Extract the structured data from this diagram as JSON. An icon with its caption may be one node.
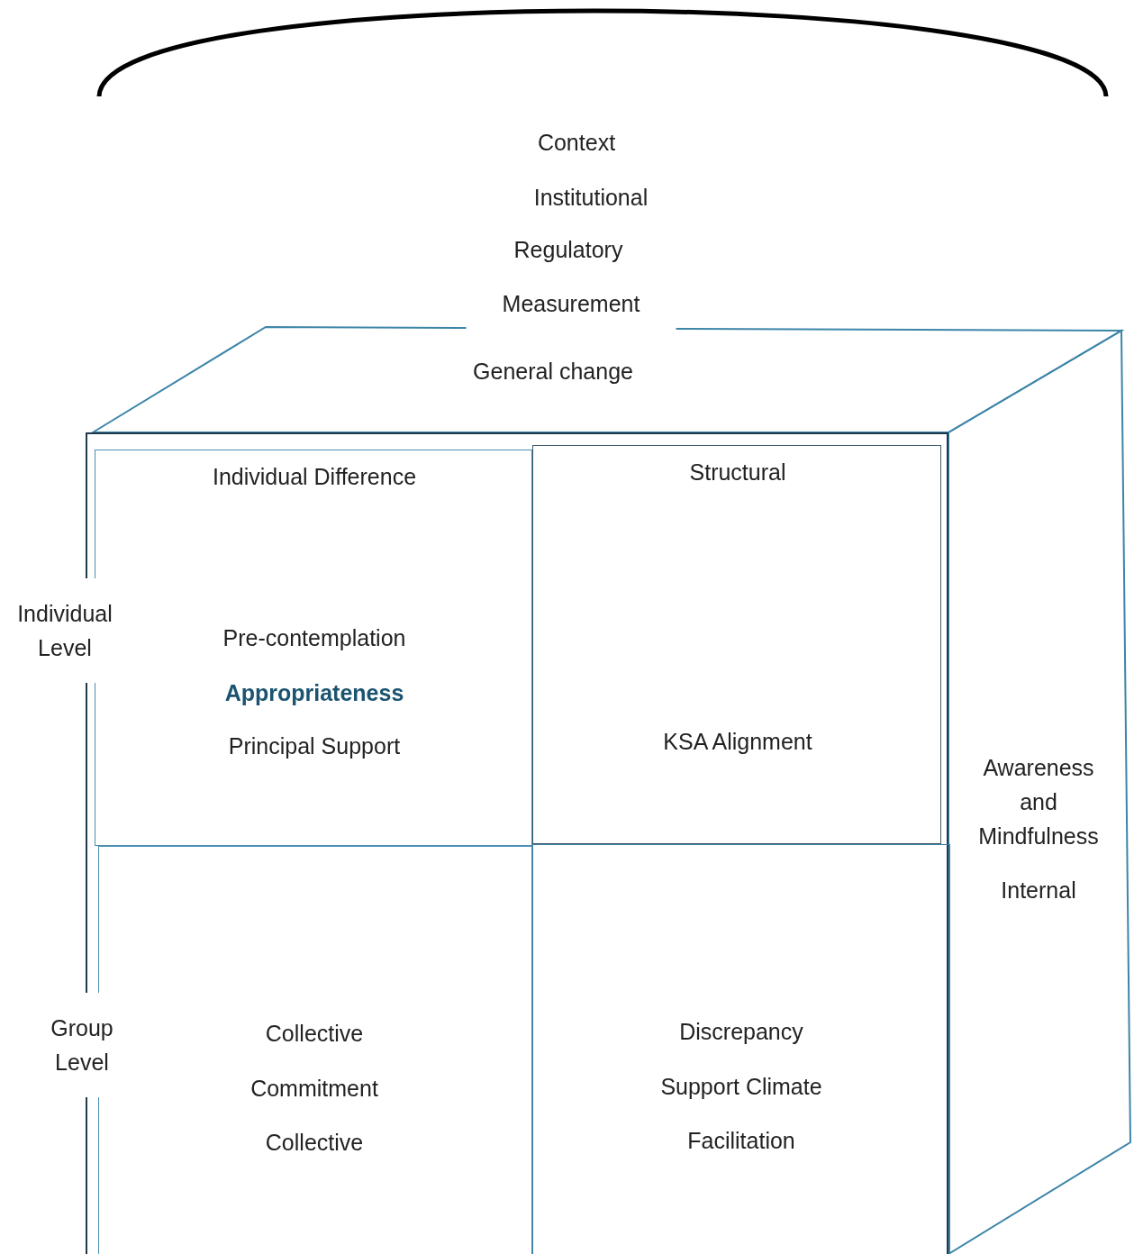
{
  "diagram": {
    "nodes": [
      {
        "text": [],
        "shape": "box"
      },
      {
        "text": [
          "Individual Difference",
          "Pre-contemplation",
          "Appropriateness",
          "Principal Support"
        ],
        "in": 0
      },
      {
        "text": [
          "Structural",
          "KSA Alignment"
        ],
        "in": 0
      },
      {
        "text": [
          "Collective",
          "Commitment",
          "Collective"
        ],
        "in": 0
      },
      {
        "text": [
          "Discrepancy",
          "Support Climate",
          "Facilitation"
        ],
        "in": 0
      },
      {
        "text": [
          "General change"
        ]
      },
      {
        "text": [
          "Awareness and Mindfulness",
          "Internal"
        ]
      }
    ],
    "edges": [],
    "labels": [
      "Context",
      "Institutional",
      "Regulatory",
      "Measurement",
      "Individual Level",
      "Group Level"
    ]
  }
}
